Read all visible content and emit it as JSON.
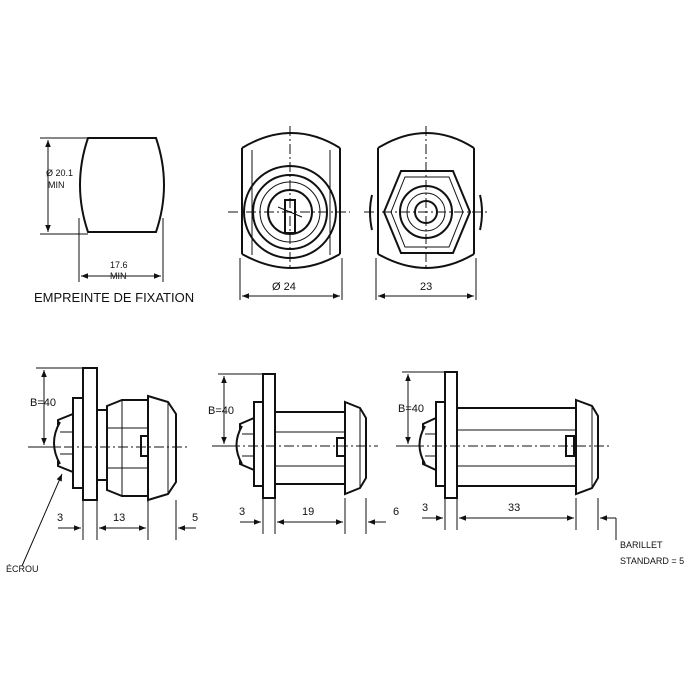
{
  "top_views": {
    "footprint": {
      "height_dim_line1": "Ø 20.1",
      "height_dim_line2": "MIN",
      "width_dim_line1": "17.6",
      "width_dim_line2": "MIN",
      "caption": "EMPREINTE DE FIXATION"
    },
    "front_view": {
      "width_dim": "Ø 24"
    },
    "back_view": {
      "width_dim": "23"
    }
  },
  "side_views": {
    "view1": {
      "height_dim": "B=40",
      "dim_a": "3",
      "dim_b": "13",
      "dim_c": "5",
      "callout": "ÉCROU"
    },
    "view2": {
      "height_dim": "B=40",
      "dim_a": "3",
      "dim_b": "19",
      "dim_c": "6"
    },
    "view3": {
      "height_dim": "B=40",
      "dim_a": "3",
      "dim_b": "33"
    },
    "note_line1": "BARILLET",
    "note_line2": "STANDARD = 5"
  }
}
